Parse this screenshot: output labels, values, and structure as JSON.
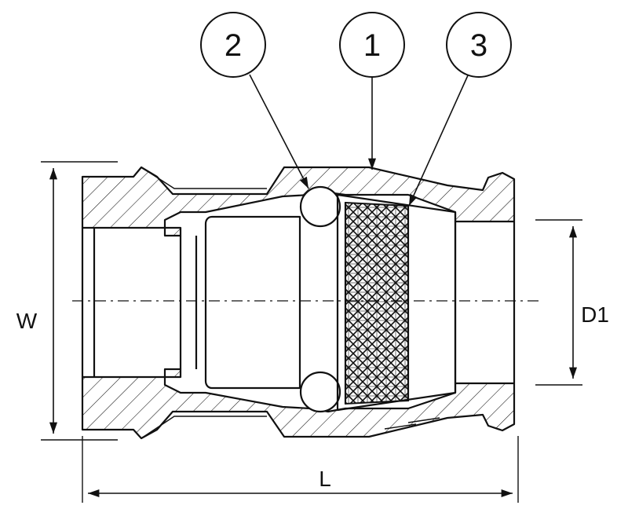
{
  "callouts": [
    {
      "id": "c2",
      "label": "2"
    },
    {
      "id": "c1",
      "label": "1"
    },
    {
      "id": "c3",
      "label": "3"
    }
  ],
  "dimensions": {
    "width_label": "W",
    "length_label": "L",
    "diameter_label": "D1"
  },
  "colors": {
    "line": "#111111",
    "background": "#ffffff"
  }
}
